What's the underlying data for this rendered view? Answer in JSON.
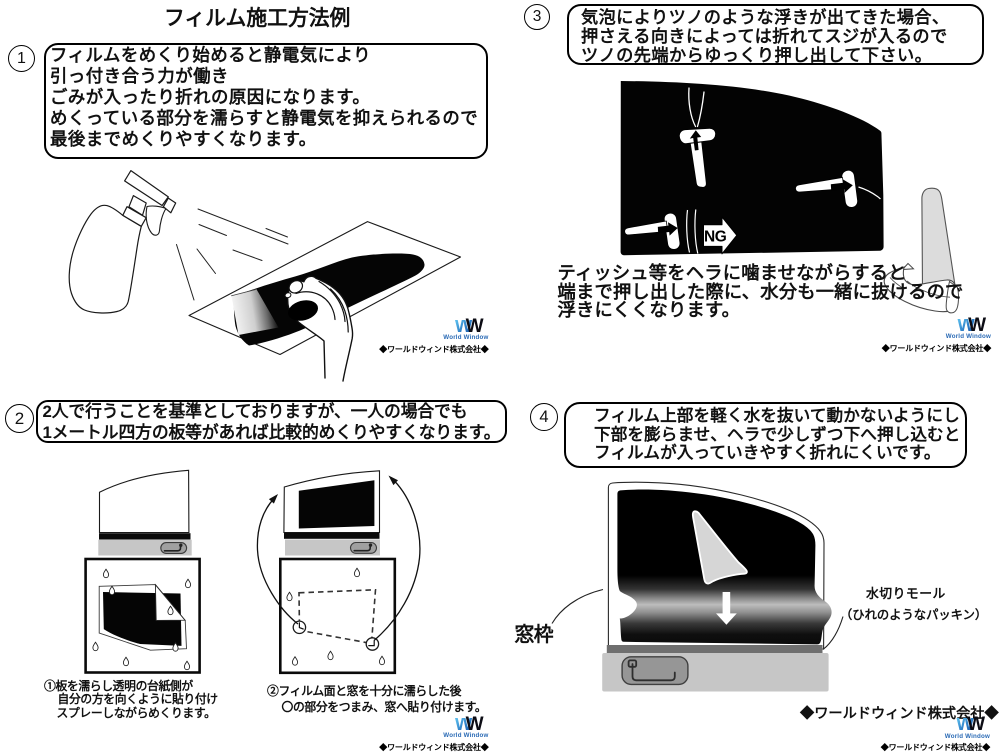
{
  "title": "フィルム施工方法例",
  "steps": [
    {
      "number": "1",
      "lines": [
        "フィルムをめくり始めると静電気により",
        "引っ付き合う力が働き",
        "ごみが入ったり折れの原因になります。",
        "めくっている部分を濡らすと静電気を抑えられるので",
        "最後までめくりやすくなります。"
      ]
    },
    {
      "number": "2",
      "lines": [
        "2人で行うことを基準としておりますが、一人の場合でも",
        "1メートル四方の板等があれば比較的めくりやすくなります。"
      ]
    },
    {
      "number": "3",
      "lines": [
        "気泡によりツノのような浮きが出てきた場合、",
        "押さえる向きによっては折れてスジが入るので",
        "ツノの先端からゆっくり押し出して下さい。"
      ]
    },
    {
      "number": "4",
      "lines": [
        "フィルム上部を軽く水を抜いて動かないようにし",
        "下部を膨らませ、ヘラで少しずつ下へ押し込むと",
        "フィルムが入っていきやすく折れにくいです。"
      ]
    }
  ],
  "captions": {
    "board_left": [
      "①板を濡らし透明の台紙側が",
      "自分の方を向くように貼り付け",
      "スプレーしながらめくります。"
    ],
    "board_right": [
      "②フィルム面と窓を十分に濡らした後",
      "〇の部分をつまみ、窓へ貼り付けます。"
    ]
  },
  "notes": {
    "tissue": [
      "ティッシュ等をヘラに噛ませながらすると",
      "端まで押し出した際に、水分も一緒に抜けるので",
      "浮きにくくなります。"
    ]
  },
  "labels": {
    "window_frame": "窓枠",
    "drip_molding": "水切りモール",
    "drip_molding_note": "（ひれのようなパッキン）",
    "ng": "NG"
  },
  "logo": {
    "w_left": "W",
    "w_right": "W",
    "subtitle": "World Window",
    "company": "◆ワールドウィンド株式会社◆"
  },
  "footer": {
    "company_large": "◆ワールドウィンド株式会社◆"
  },
  "colors": {
    "ink": "#111111",
    "panel_gray": "#c6c6c6",
    "handle_gray": "#9a9a9a",
    "strip_gray": "#6f6f6f",
    "hera_gray": "#d6d6d6",
    "logo_blue_light": "#58b9ea",
    "logo_blue_dark": "#174f9e",
    "logo_text_blue": "#2a6ab5"
  }
}
